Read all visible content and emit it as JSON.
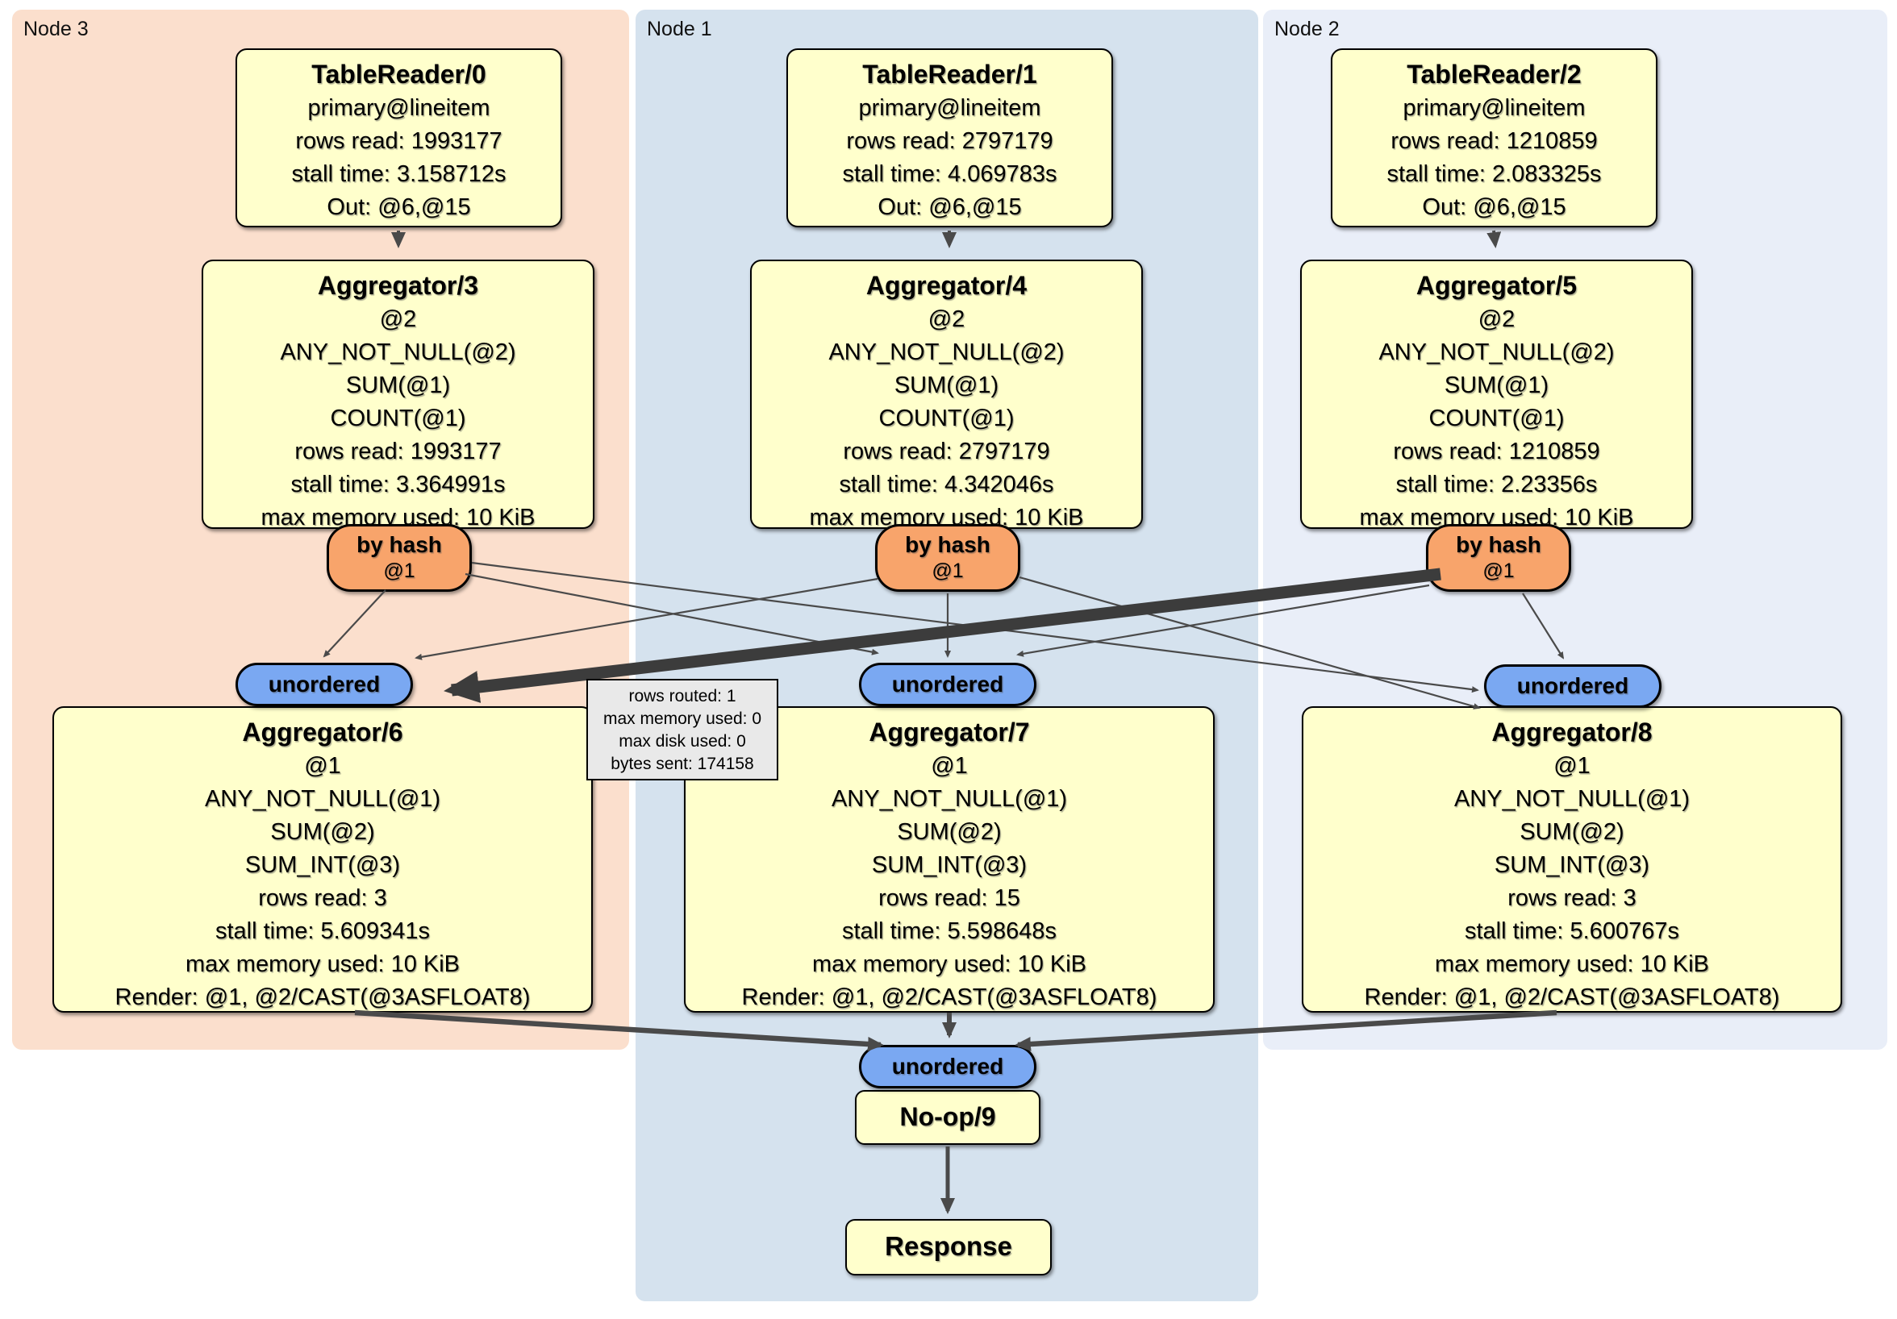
{
  "node_groups": [
    {
      "label": "Node 3"
    },
    {
      "label": "Node 1"
    },
    {
      "label": "Node 2"
    }
  ],
  "boxes": {
    "tr0": {
      "title": "TableReader/0",
      "lines": [
        "primary@lineitem",
        "rows read: 1993177",
        "stall time: 3.158712s",
        "Out: @6,@15"
      ]
    },
    "tr1": {
      "title": "TableReader/1",
      "lines": [
        "primary@lineitem",
        "rows read: 2797179",
        "stall time: 4.069783s",
        "Out: @6,@15"
      ]
    },
    "tr2": {
      "title": "TableReader/2",
      "lines": [
        "primary@lineitem",
        "rows read: 1210859",
        "stall time: 2.083325s",
        "Out: @6,@15"
      ]
    },
    "agg3": {
      "title": "Aggregator/3",
      "lines": [
        "@2",
        "ANY_NOT_NULL(@2)",
        "SUM(@1)",
        "COUNT(@1)",
        "rows read: 1993177",
        "stall time: 3.364991s",
        "max memory used: 10 KiB"
      ]
    },
    "agg4": {
      "title": "Aggregator/4",
      "lines": [
        "@2",
        "ANY_NOT_NULL(@2)",
        "SUM(@1)",
        "COUNT(@1)",
        "rows read: 2797179",
        "stall time: 4.342046s",
        "max memory used: 10 KiB"
      ]
    },
    "agg5": {
      "title": "Aggregator/5",
      "lines": [
        "@2",
        "ANY_NOT_NULL(@2)",
        "SUM(@1)",
        "COUNT(@1)",
        "rows read: 1210859",
        "stall time: 2.23356s",
        "max memory used: 10 KiB"
      ]
    },
    "agg6": {
      "title": "Aggregator/6",
      "lines": [
        "@1",
        "ANY_NOT_NULL(@1)",
        "SUM(@2)",
        "SUM_INT(@3)",
        "rows read: 3",
        "stall time: 5.609341s",
        "max memory used: 10 KiB",
        "Render: @1, @2/CAST(@3ASFLOAT8)"
      ]
    },
    "agg7": {
      "title": "Aggregator/7",
      "lines": [
        "@1",
        "ANY_NOT_NULL(@1)",
        "SUM(@2)",
        "SUM_INT(@3)",
        "rows read: 15",
        "stall time: 5.598648s",
        "max memory used: 10 KiB",
        "Render: @1, @2/CAST(@3ASFLOAT8)"
      ]
    },
    "agg8": {
      "title": "Aggregator/8",
      "lines": [
        "@1",
        "ANY_NOT_NULL(@1)",
        "SUM(@2)",
        "SUM_INT(@3)",
        "rows read: 3",
        "stall time: 5.600767s",
        "max memory used: 10 KiB",
        "Render: @1, @2/CAST(@3ASFLOAT8)"
      ]
    },
    "noop": {
      "title": "No-op/9"
    },
    "response": {
      "title": "Response"
    }
  },
  "routers": {
    "by_hash_label": "by hash",
    "by_hash_sub": "@1",
    "unordered_label": "unordered"
  },
  "tooltip": {
    "lines": [
      "rows routed: 1",
      "max memory used: 0",
      "max disk used: 0",
      "bytes sent: 174158"
    ]
  },
  "edges": [
    {
      "from": "TableReader/0",
      "to": "Aggregator/3",
      "style": "normal"
    },
    {
      "from": "TableReader/1",
      "to": "Aggregator/4",
      "style": "normal"
    },
    {
      "from": "TableReader/2",
      "to": "Aggregator/5",
      "style": "normal"
    },
    {
      "from": "by hash @1 (Node 3)",
      "to": "unordered (Node 3)",
      "style": "thin"
    },
    {
      "from": "by hash @1 (Node 3)",
      "to": "unordered (Node 1)",
      "style": "thin"
    },
    {
      "from": "by hash @1 (Node 3)",
      "to": "unordered (Node 2)",
      "style": "thin"
    },
    {
      "from": "by hash @1 (Node 1)",
      "to": "unordered (Node 3)",
      "style": "thin"
    },
    {
      "from": "by hash @1 (Node 1)",
      "to": "unordered (Node 1)",
      "style": "thin"
    },
    {
      "from": "by hash @1 (Node 1)",
      "to": "unordered (Node 2)",
      "style": "thin"
    },
    {
      "from": "by hash @1 (Node 2)",
      "to": "unordered (Node 3)",
      "style": "thick"
    },
    {
      "from": "by hash @1 (Node 2)",
      "to": "unordered (Node 1)",
      "style": "thin"
    },
    {
      "from": "by hash @1 (Node 2)",
      "to": "unordered (Node 2)",
      "style": "thin"
    },
    {
      "from": "Aggregator/6",
      "to": "final unordered",
      "style": "medium"
    },
    {
      "from": "Aggregator/7",
      "to": "final unordered",
      "style": "medium"
    },
    {
      "from": "Aggregator/8",
      "to": "final unordered",
      "style": "medium"
    },
    {
      "from": "No-op/9",
      "to": "Response",
      "style": "normal"
    }
  ],
  "colors": {
    "yellow": "#ffffcc",
    "orange": "#f8a46b",
    "blueoval": "#7aa8f2",
    "node3bg": "#fbdfcd",
    "node1bg": "#d5e2ee",
    "node2bg": "#e9eef8",
    "tooltipbg": "#e9e9e9",
    "edge": "#4a4a4a"
  }
}
